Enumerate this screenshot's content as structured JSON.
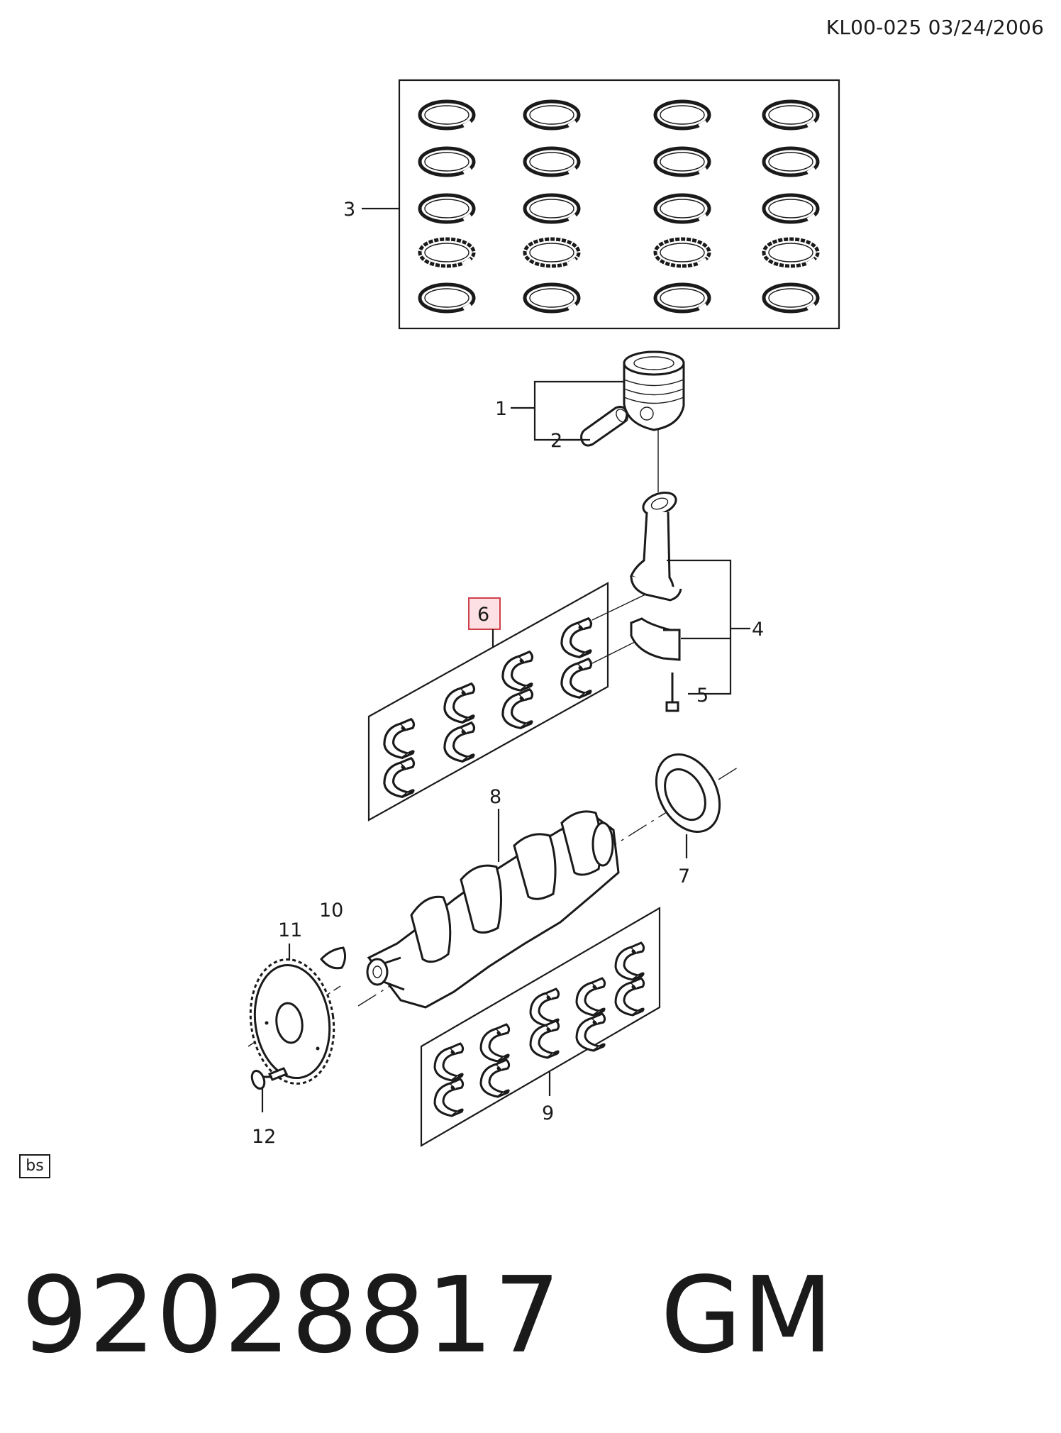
{
  "header": {
    "doc_code": "KL00-025 03/24/2006"
  },
  "callouts": [
    {
      "id": "3",
      "label": "3"
    },
    {
      "id": "1",
      "label": "1"
    },
    {
      "id": "2",
      "label": "2"
    },
    {
      "id": "6",
      "label": "6",
      "highlighted": true
    },
    {
      "id": "4",
      "label": "4"
    },
    {
      "id": "5",
      "label": "5"
    },
    {
      "id": "8",
      "label": "8"
    },
    {
      "id": "7",
      "label": "7"
    },
    {
      "id": "10",
      "label": "10"
    },
    {
      "id": "11",
      "label": "11"
    },
    {
      "id": "9",
      "label": "9"
    },
    {
      "id": "12",
      "label": "12"
    }
  ],
  "tag": {
    "label": "bs"
  },
  "footer": {
    "part_number": "92028817",
    "brand": "GM"
  },
  "colors": {
    "line": "#1a1a1a",
    "highlight_border": "#d0404a",
    "highlight_fill": "#fde0e3",
    "background": "#ffffff"
  }
}
